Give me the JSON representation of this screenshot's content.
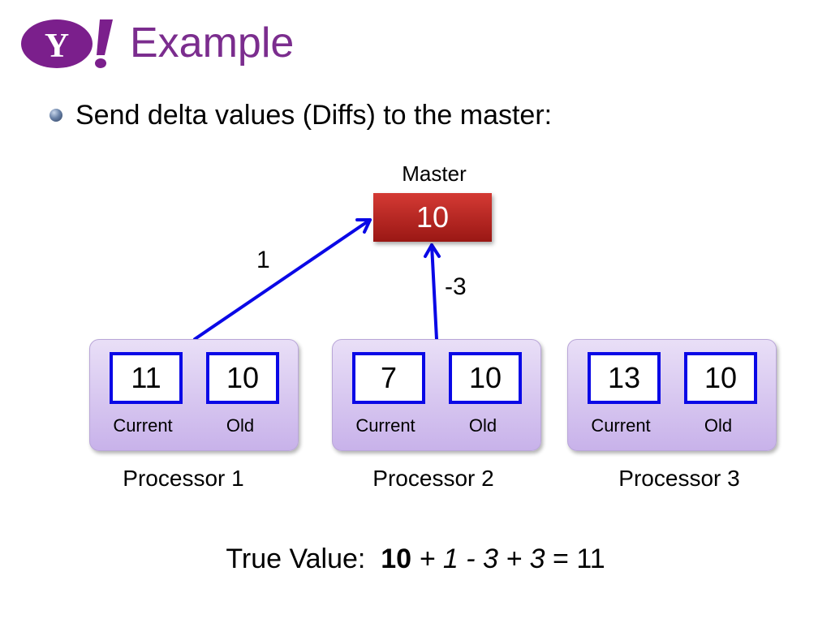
{
  "slide": {
    "title": "Example",
    "bullet": "Send delta values (Diffs) to the master:"
  },
  "colors": {
    "title": "#7B2D8E",
    "logo": "#7B1F8C",
    "master_top": "#d43a34",
    "master_bottom": "#9a1714",
    "arrow": "#0a08e6",
    "processor_fill": "#d8c8f0"
  },
  "master": {
    "label": "Master",
    "value": "10"
  },
  "diffs": [
    "1",
    "-3"
  ],
  "processors": [
    {
      "name": "Processor 1",
      "current": "11",
      "old": "10",
      "current_label": "Current",
      "old_label": "Old"
    },
    {
      "name": "Processor 2",
      "current": "7",
      "old": "10",
      "current_label": "Current",
      "old_label": "Old"
    },
    {
      "name": "Processor 3",
      "current": "13",
      "old": "10",
      "current_label": "Current",
      "old_label": "Old"
    }
  ],
  "true_value": {
    "label": "True Value:",
    "base": "10",
    "expr": "+ 1 - 3 + 3",
    "result_sign": "=",
    "result": "11"
  }
}
